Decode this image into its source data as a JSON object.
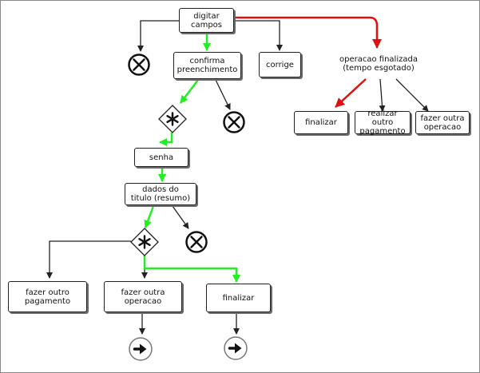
{
  "diagram": {
    "nodes": {
      "digitar_campos": "digitar\ncampos",
      "confirma_preenchimento": "confirma\npreenchimento",
      "corrige": "corrige",
      "operacao_finalizada": "operacao finalizada\n(tempo esgotado)",
      "finalizar_top": "finalizar",
      "realizar_outro_pagamento": "realizar outro\npagamento",
      "fazer_outra_operacao_top": "fazer outra\noperacao",
      "senha": "senha",
      "dados_do_titulo": "dados do\ntitulo (resumo)",
      "fazer_outro_pagamento": "fazer outro\npagamento",
      "fazer_outra_operacao_bottom": "fazer outra\noperacao",
      "finalizar_bottom": "finalizar"
    },
    "icons": {
      "cancel_1": "cancel-icon",
      "cancel_2": "cancel-icon",
      "cancel_3": "cancel-icon",
      "decision_1": "asterisk-diamond-icon",
      "decision_2": "asterisk-diamond-icon",
      "continue_1": "arrow-right-circle-icon",
      "continue_2": "arrow-right-circle-icon"
    },
    "colors": {
      "main_flow": "#22ee22",
      "timeout_flow": "#e01010",
      "default_flow": "#222222"
    }
  }
}
